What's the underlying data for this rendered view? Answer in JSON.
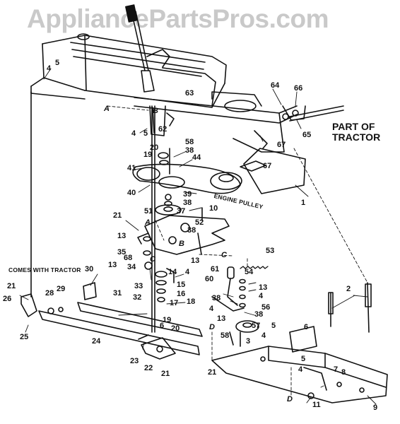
{
  "watermark": "AppliancePartsPros.com",
  "notes": {
    "part_of_tractor_line1": "PART OF",
    "part_of_tractor_line2": "TRACTOR",
    "engine_pulley": "ENGINE PULLEY",
    "comes_with_tractor": "COMES WITH TRACTOR"
  },
  "parts": [
    {
      "id": "p5a",
      "label": "5"
    },
    {
      "id": "p4a",
      "label": "4"
    },
    {
      "id": "pA1",
      "label": "A"
    },
    {
      "id": "pB1",
      "label": "B"
    },
    {
      "id": "p4b",
      "label": "4"
    },
    {
      "id": "p5b",
      "label": "5"
    },
    {
      "id": "p62",
      "label": "62"
    },
    {
      "id": "p63",
      "label": "63"
    },
    {
      "id": "p64",
      "label": "64"
    },
    {
      "id": "p66",
      "label": "66"
    },
    {
      "id": "p65",
      "label": "65"
    },
    {
      "id": "p67a",
      "label": "67"
    },
    {
      "id": "p67b",
      "label": "67"
    },
    {
      "id": "p58a",
      "label": "58"
    },
    {
      "id": "p38a",
      "label": "38"
    },
    {
      "id": "p20a",
      "label": "20"
    },
    {
      "id": "p19a",
      "label": "19"
    },
    {
      "id": "p44",
      "label": "44"
    },
    {
      "id": "p41",
      "label": "41"
    },
    {
      "id": "p40",
      "label": "40"
    },
    {
      "id": "p39",
      "label": "39"
    },
    {
      "id": "p38b",
      "label": "38"
    },
    {
      "id": "p51",
      "label": "51"
    },
    {
      "id": "p37",
      "label": "37"
    },
    {
      "id": "p10",
      "label": "10"
    },
    {
      "id": "p1",
      "label": "1"
    },
    {
      "id": "p21a",
      "label": "21"
    },
    {
      "id": "pA2",
      "label": "A"
    },
    {
      "id": "p52",
      "label": "52"
    },
    {
      "id": "p38c",
      "label": "38"
    },
    {
      "id": "p13a",
      "label": "13"
    },
    {
      "id": "pB2",
      "label": "B"
    },
    {
      "id": "p35",
      "label": "35"
    },
    {
      "id": "p68",
      "label": "68"
    },
    {
      "id": "pC1",
      "label": "C"
    },
    {
      "id": "p13b",
      "label": "13"
    },
    {
      "id": "p34",
      "label": "34"
    },
    {
      "id": "p14",
      "label": "14"
    },
    {
      "id": "p13c",
      "label": "13"
    },
    {
      "id": "p4c",
      "label": "4"
    },
    {
      "id": "pC2",
      "label": "C"
    },
    {
      "id": "p53",
      "label": "53"
    },
    {
      "id": "p61",
      "label": "61"
    },
    {
      "id": "p60",
      "label": "60"
    },
    {
      "id": "p54",
      "label": "54"
    },
    {
      "id": "p13d",
      "label": "13"
    },
    {
      "id": "p4d",
      "label": "4"
    },
    {
      "id": "p15",
      "label": "15"
    },
    {
      "id": "p33",
      "label": "33"
    },
    {
      "id": "p16",
      "label": "16"
    },
    {
      "id": "p32",
      "label": "32"
    },
    {
      "id": "p17",
      "label": "17"
    },
    {
      "id": "p18",
      "label": "18"
    },
    {
      "id": "p38d",
      "label": "38"
    },
    {
      "id": "p4e",
      "label": "4"
    },
    {
      "id": "p13e",
      "label": "13"
    },
    {
      "id": "p38e",
      "label": "38"
    },
    {
      "id": "p56",
      "label": "56"
    },
    {
      "id": "p57",
      "label": "57"
    },
    {
      "id": "p2",
      "label": "2"
    },
    {
      "id": "p30",
      "label": "30"
    },
    {
      "id": "p31",
      "label": "31"
    },
    {
      "id": "p21b",
      "label": "21"
    },
    {
      "id": "p28",
      "label": "28"
    },
    {
      "id": "p29",
      "label": "29"
    },
    {
      "id": "p26",
      "label": "26"
    },
    {
      "id": "p25",
      "label": "25"
    },
    {
      "id": "p19b",
      "label": "19"
    },
    {
      "id": "p20b",
      "label": "20"
    },
    {
      "id": "p6a",
      "label": "6"
    },
    {
      "id": "pD1",
      "label": "D"
    },
    {
      "id": "p58b",
      "label": "58"
    },
    {
      "id": "p3",
      "label": "3"
    },
    {
      "id": "p5c",
      "label": "5"
    },
    {
      "id": "p4f",
      "label": "4"
    },
    {
      "id": "p6b",
      "label": "6"
    },
    {
      "id": "p24",
      "label": "24"
    },
    {
      "id": "p23",
      "label": "23"
    },
    {
      "id": "p22",
      "label": "22"
    },
    {
      "id": "p21c",
      "label": "21"
    },
    {
      "id": "p21d",
      "label": "21"
    },
    {
      "id": "p5d",
      "label": "5"
    },
    {
      "id": "p4g",
      "label": "4"
    },
    {
      "id": "p7",
      "label": "7"
    },
    {
      "id": "p8",
      "label": "8"
    },
    {
      "id": "pD2",
      "label": "D"
    },
    {
      "id": "p11",
      "label": "11"
    },
    {
      "id": "p9",
      "label": "9"
    }
  ]
}
